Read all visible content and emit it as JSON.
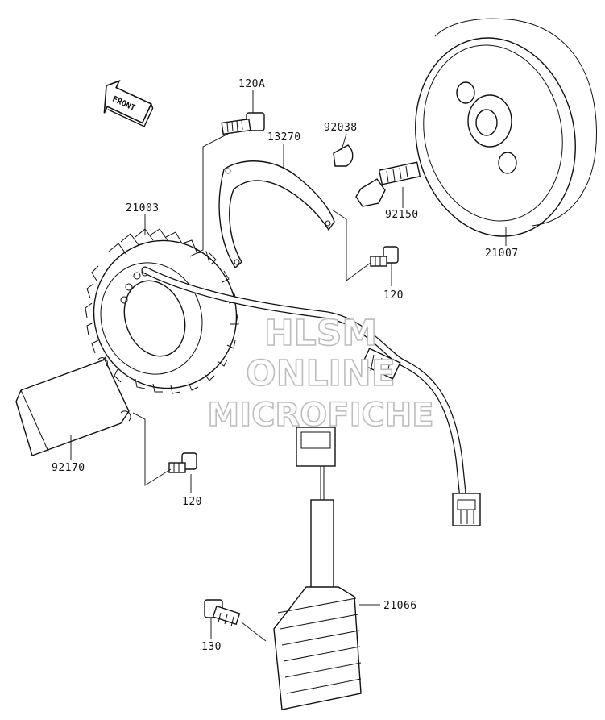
{
  "front_arrow_label": "FRONT",
  "watermark": [
    "HLSM",
    "ONLINE",
    "MICROFICHE"
  ],
  "callouts": {
    "bolt_120a": "120A",
    "plate_13270": "13270",
    "key_92038": "92038",
    "bolt_92150": "92150",
    "rotor_21007": "21007",
    "stator_21003": "21003",
    "bolt_120_upper": "120",
    "cover_92170": "92170",
    "bolt_120_lower": "120",
    "regulator_21066": "21066",
    "bolt_130": "130"
  }
}
